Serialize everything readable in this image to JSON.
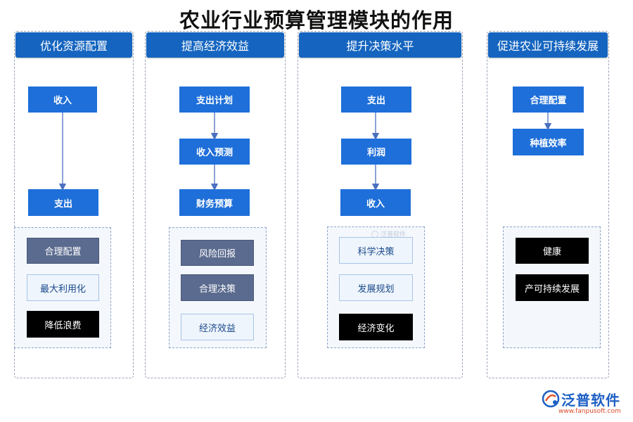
{
  "title": "农业行业预算管理模块的作用",
  "columns": [
    {
      "header": "优化资源配置",
      "nodes": [
        "收入",
        "支出"
      ],
      "items": [
        "合理配置",
        "最大利用化",
        "降低浪费"
      ]
    },
    {
      "header": "提高经济效益",
      "nodes": [
        "支出计划",
        "收入预测",
        "财务预算"
      ],
      "items": [
        "风险回报",
        "合理决策",
        "经济效益"
      ]
    },
    {
      "header": "提升决策水平",
      "nodes": [
        "支出",
        "利润",
        "收入"
      ],
      "items": [
        "科学决策",
        "发展规划",
        "经济变化"
      ]
    },
    {
      "header": "促进农业可持续发展",
      "nodes": [
        "合理配置",
        "种植效率"
      ],
      "items": [
        "健康",
        "产可持续发展"
      ]
    }
  ],
  "watermark": "泛普软件",
  "logo": {
    "name": "泛普软件",
    "url": "www.fanpusoft.com"
  },
  "colors": {
    "header": "#1565c0",
    "node": "#1e6fd9",
    "slate": "#5b6b8f",
    "light": "#eef5fc",
    "black": "#000000",
    "arrow": "#4a70c0"
  }
}
